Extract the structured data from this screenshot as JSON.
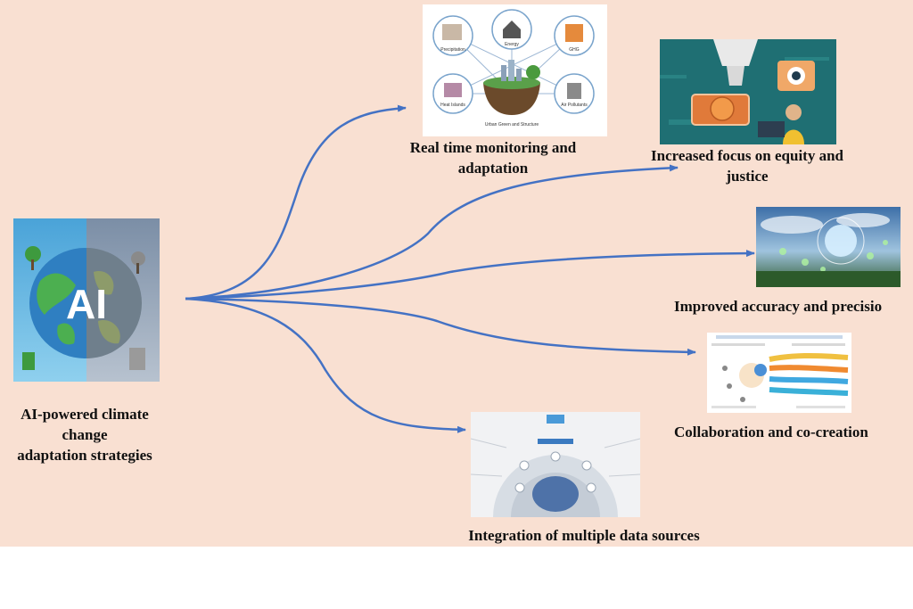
{
  "colors": {
    "background": "#f9e0d2",
    "arrow": "#4472c4",
    "label_text": "#111111"
  },
  "center": {
    "logo_text": "AI",
    "label_lines": [
      "AI-powered climate",
      "change",
      "adaptation strategies"
    ]
  },
  "nodes": [
    {
      "label_lines": [
        "Real time monitoring and",
        "adaptation"
      ],
      "image_texts": [
        "Precipitation",
        "Energy",
        "GHG",
        "Heat Islands",
        "Air Pollutants",
        "Urban Green and Structure"
      ]
    },
    {
      "label_lines": [
        "Increased focus on equity and",
        "justice"
      ]
    },
    {
      "label_lines": [
        "Improved accuracy and precisio"
      ]
    },
    {
      "label_lines": [
        "Collaboration and co-creation"
      ]
    },
    {
      "label_lines": [
        "Integration of multiple data sources"
      ]
    }
  ]
}
